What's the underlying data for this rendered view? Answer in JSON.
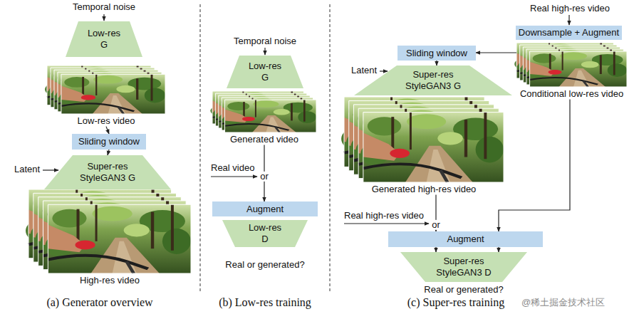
{
  "diagram": {
    "nodes": [
      {
        "text": [
          "Low-res G"
        ]
      },
      {
        "text": [
          "Low-res video"
        ]
      },
      {
        "text": [
          "Sliding window"
        ]
      },
      {
        "text": [
          "Super-res StyleGAN3 G"
        ]
      },
      {
        "text": [
          "High-res video"
        ]
      },
      {
        "text": [
          "Low-res G"
        ]
      },
      {
        "text": [
          "Generated video"
        ]
      },
      {
        "text": [
          "Augment"
        ]
      },
      {
        "text": [
          "Low-res D"
        ]
      },
      {
        "text": [
          "Downsample + Augment"
        ]
      },
      {
        "text": [
          "Conditional low-res video"
        ]
      },
      {
        "text": [
          "Sliding window"
        ]
      },
      {
        "text": [
          "Super-res StyleGAN3 G"
        ]
      },
      {
        "text": [
          "Generated high-res video"
        ]
      },
      {
        "text": [
          "Augment"
        ]
      },
      {
        "text": [
          "Super-res StyleGAN3 D"
        ]
      }
    ],
    "edges": [
      {
        "from": 1,
        "to": 2,
        "arrow": "to"
      },
      {
        "from": 2,
        "to": 3,
        "arrow": "to"
      },
      {
        "from": 6,
        "to": 7,
        "label": "or",
        "arrow": "to"
      },
      {
        "from": 10,
        "to": 11,
        "arrow": "to"
      },
      {
        "from": 11,
        "to": 12,
        "arrow": "to"
      },
      {
        "from": 13,
        "to": 14,
        "label": "or",
        "arrow": "to"
      },
      {
        "from": 10,
        "to": 14,
        "arrow": "to"
      },
      {
        "from": 14,
        "to": 15,
        "arrow": "to"
      },
      {
        "from": 14,
        "to": 15,
        "arrow": "to"
      }
    ],
    "labels": [
      "Temporal noise",
      "Latent",
      "(a) Generator overview",
      "Temporal noise",
      "Real video",
      "Real or generated?",
      "(b) Low-res training",
      "Real high-res video",
      "Latent",
      "Real high-res video",
      "Real or generated?",
      "(c) Super-res training",
      "@稀土掘金技术社区"
    ]
  }
}
